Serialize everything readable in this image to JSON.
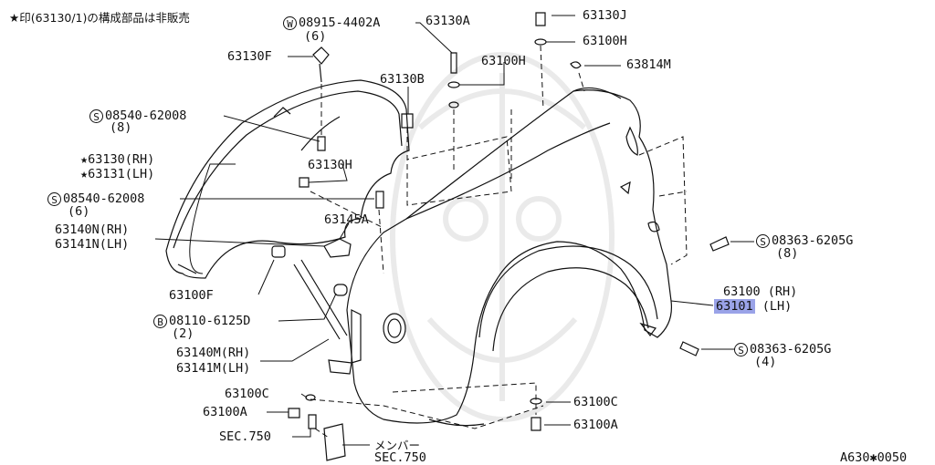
{
  "diagram": {
    "note": "★印(63130/1)の構成部品は非販売",
    "code": "A630✱0050",
    "labels": {
      "w08915": "08915-4402A",
      "w08915_qty": "(6)",
      "p63130A": "63130A",
      "p63130J": "63130J",
      "p63100H_top": "63100H",
      "p63130F": "63130F",
      "p63100H_mid": "63100H",
      "p63814M": "63814M",
      "p63130B": "63130B",
      "s08540_a": "08540-62008",
      "s08540_a_qty": "(8)",
      "star63130": "★63130(RH)",
      "star63131": "★63131(LH)",
      "p63130H": "63130H",
      "s08540_b": "08540-62008",
      "s08540_b_qty": "(6)",
      "p63145A": "63145A",
      "p63140N": "63140N(RH)",
      "p63141N": "63141N(LH)",
      "s08363_a": "08363-6205G",
      "s08363_a_qty": "(8)",
      "p63100F": "63100F",
      "p63100RH": "63100 (RH)",
      "p63101": "63101",
      "p63101_lh": " (LH)",
      "b08110": "08110-6125D",
      "b08110_qty": "(2)",
      "p63140M": "63140M(RH)",
      "p63141M": "63141M(LH)",
      "s08363_b": "08363-6205G",
      "s08363_b_qty": "(4)",
      "p63100C_l": "63100C",
      "p63100A_l": "63100A",
      "sec750_l": "SEC.750",
      "p63100C_r": "63100C",
      "p63100A_r": "63100A",
      "member": "メンバー",
      "sec750_b": "SEC.750"
    },
    "circle_letters": {
      "W": "W",
      "S": "S",
      "B": "B"
    }
  }
}
